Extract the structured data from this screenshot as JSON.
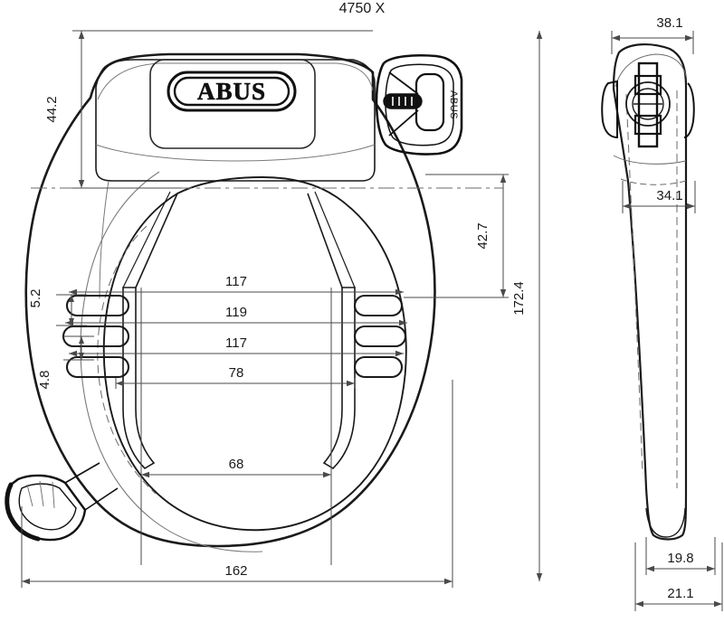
{
  "drawing": {
    "title": "4750 X",
    "brand_logo_text": "ABUS",
    "key_text": "ABUS",
    "views": {
      "front": "front-view",
      "side": "side-view"
    }
  },
  "dimensions": {
    "front": [
      {
        "name": "height-top-section",
        "value": "44.2",
        "orientation": "vertical",
        "position": "left"
      },
      {
        "name": "shackle-gap-upper",
        "value": "5.2",
        "orientation": "vertical",
        "position": "left-inner"
      },
      {
        "name": "shackle-gap-lower",
        "value": "4.8",
        "orientation": "vertical",
        "position": "left-inner"
      },
      {
        "name": "inner-width-1",
        "value": "117",
        "orientation": "horizontal",
        "position": "center"
      },
      {
        "name": "inner-width-2",
        "value": "119",
        "orientation": "horizontal",
        "position": "center"
      },
      {
        "name": "inner-width-3",
        "value": "117",
        "orientation": "horizontal",
        "position": "center"
      },
      {
        "name": "inner-width-4",
        "value": "78",
        "orientation": "horizontal",
        "position": "center"
      },
      {
        "name": "inner-width-bottom",
        "value": "68",
        "orientation": "horizontal",
        "position": "center-lower"
      },
      {
        "name": "overall-width",
        "value": "162",
        "orientation": "horizontal",
        "position": "bottom"
      },
      {
        "name": "upper-body-depth",
        "value": "42.7",
        "orientation": "vertical",
        "position": "right-inner"
      },
      {
        "name": "overall-height",
        "value": "172.4",
        "orientation": "vertical",
        "position": "right-outer"
      }
    ],
    "side": [
      {
        "name": "side-top-width",
        "value": "38.1",
        "orientation": "horizontal",
        "position": "top"
      },
      {
        "name": "side-mid-width",
        "value": "34.1",
        "orientation": "horizontal",
        "position": "middle"
      },
      {
        "name": "side-bottom-width-inner",
        "value": "19.8",
        "orientation": "horizontal",
        "position": "bottom-inner"
      },
      {
        "name": "side-bottom-width-outer",
        "value": "21.1",
        "orientation": "horizontal",
        "position": "bottom-outer"
      }
    ]
  },
  "colors": {
    "line": "#1a1a1a",
    "dim_line": "#4a4a4a",
    "hidden_line": "#6a6a6a",
    "background": "#ffffff"
  }
}
